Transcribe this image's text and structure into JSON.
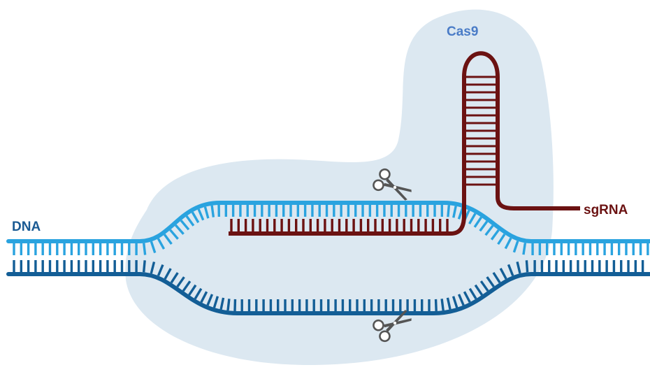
{
  "labels": {
    "protein": "Cas9",
    "dna": "DNA",
    "guide": "sgRNA"
  },
  "colors": {
    "background": "#ffffff",
    "cas9_body": "#dce8f1",
    "cas9_text": "#4a7cc7",
    "dna_top_strand": "#2aa3df",
    "dna_bottom_strand": "#135e96",
    "dna_label": "#1a5a93",
    "sgrna": "#6b1212",
    "scissors": "#555555"
  },
  "icons": {
    "cut_site_top": "scissors-icon",
    "cut_site_bottom": "scissors-icon"
  }
}
